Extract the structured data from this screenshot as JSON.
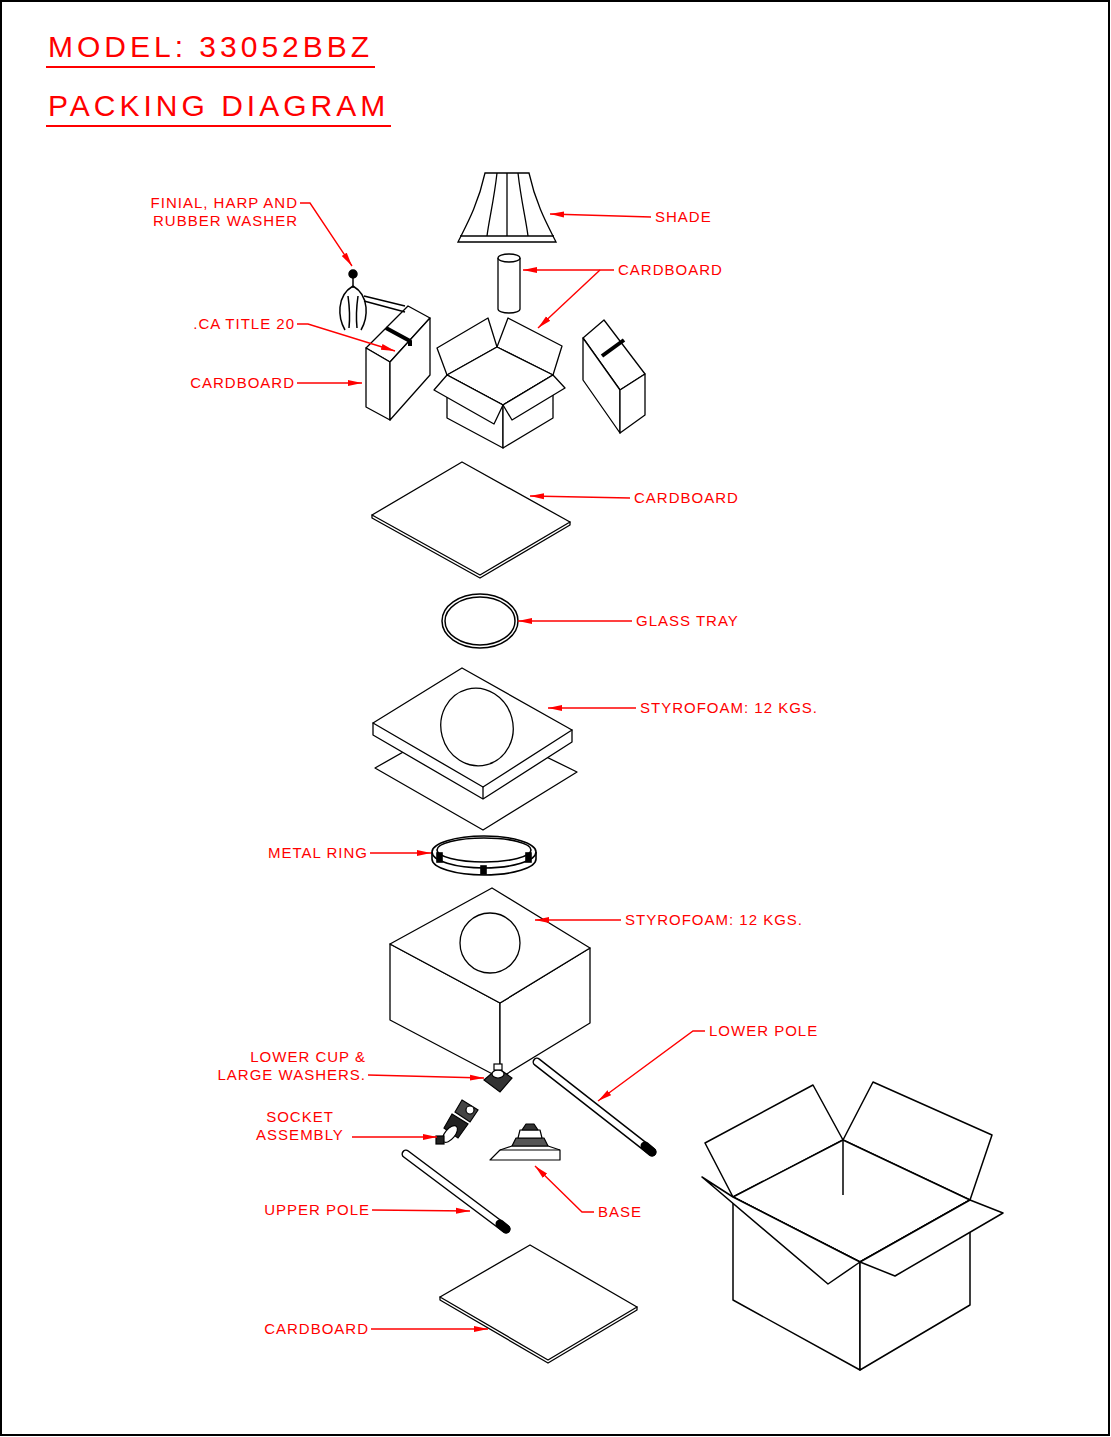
{
  "diagram": {
    "title": "MODEL: 33052BBZ",
    "labels": [
      "PACKING DIAGRAM",
      "FINIAL, HARP AND RUBBER WASHER",
      "SHADE",
      "CARDBOARD",
      ".CA TITLE 20",
      "CARDBOARD",
      "CARDBOARD",
      "GLASS TRAY",
      "STYROFOAM: 12 KGS.",
      "METAL RING",
      "STYROFOAM: 12 KGS.",
      "LOWER CUP & LARGE WASHERS.",
      "LOWER POLE",
      "SOCKET ASSEMBLY",
      "BASE",
      "UPPER POLE",
      "CARDBOARD"
    ]
  }
}
